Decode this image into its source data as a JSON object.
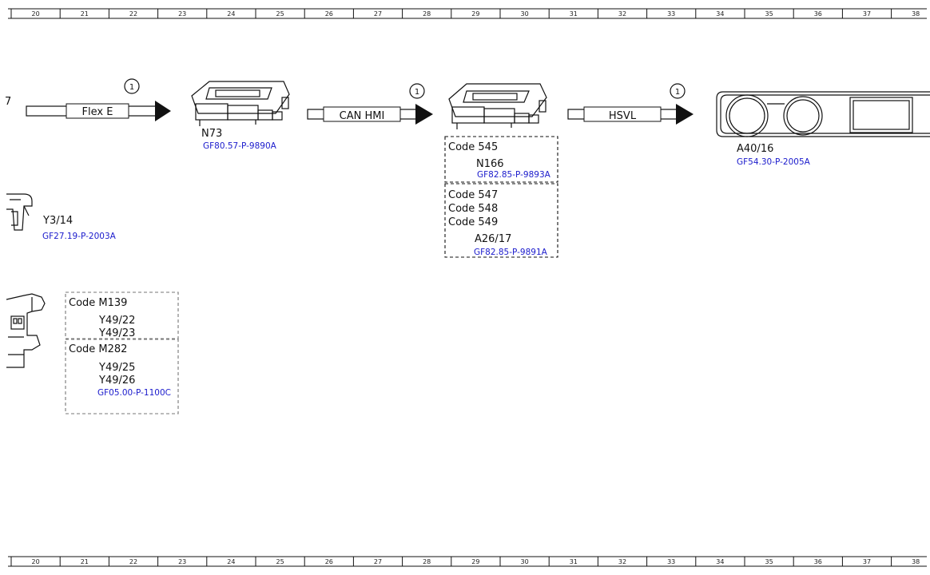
{
  "ruler": {
    "columns": [
      "20",
      "21",
      "22",
      "23",
      "24",
      "25",
      "26",
      "27",
      "28",
      "29",
      "30",
      "31",
      "32",
      "33",
      "34",
      "35",
      "36",
      "37",
      "38"
    ]
  },
  "buses": [
    {
      "label": "Flex E",
      "callout": "1"
    },
    {
      "label": "CAN HMI",
      "callout": "1"
    },
    {
      "label": "HSVL",
      "callout": "1"
    }
  ],
  "components": {
    "n73": {
      "name": "N73",
      "ref": "GF80.57-P-9890A"
    },
    "a40_16": {
      "name": "A40/16",
      "ref": "GF54.30-P-2005A"
    },
    "y3_14": {
      "name": "Y3/14",
      "ref": "GF27.19-P-2003A"
    },
    "partial_left": {
      "name": "7"
    }
  },
  "code_boxes": {
    "box_545": {
      "code": "Code 545",
      "name": "N166",
      "ref": "GF82.85-P-9893A"
    },
    "box_547": {
      "codes": [
        "Code 547",
        "Code 548",
        "Code 549"
      ],
      "name": "A26/17",
      "ref": "GF82.85-P-9891A"
    },
    "box_m139": {
      "code": "Code M139",
      "names": [
        "Y49/22",
        "Y49/23"
      ]
    },
    "box_m282": {
      "code": "Code M282",
      "names": [
        "Y49/25",
        "Y49/26"
      ],
      "ref": "GF05.00-P-1100C"
    }
  },
  "colors": {
    "link": "#1a1acc",
    "line": "#111111",
    "dash_gray": "#777777"
  }
}
